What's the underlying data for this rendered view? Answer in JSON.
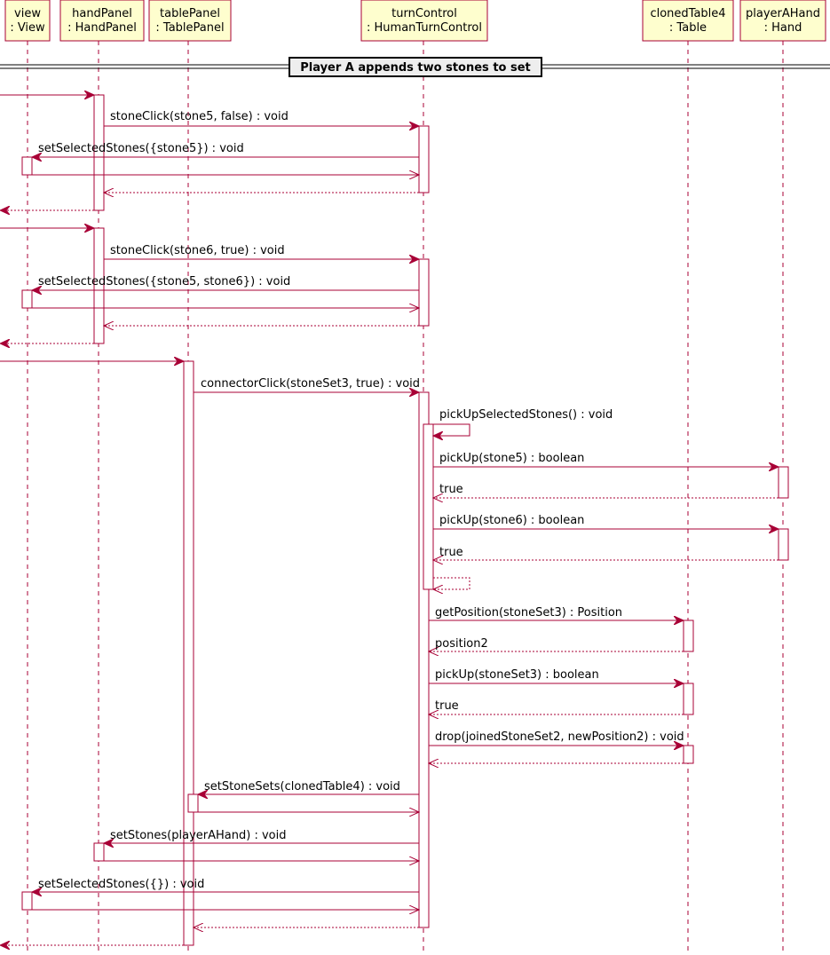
{
  "participants": [
    {
      "id": "view",
      "name": "view",
      "type": ": View"
    },
    {
      "id": "handPanel",
      "name": "handPanel",
      "type": ": HandPanel"
    },
    {
      "id": "tablePanel",
      "name": "tablePanel",
      "type": ": TablePanel"
    },
    {
      "id": "turnControl",
      "name": "turnControl",
      "type": ": HumanTurnControl"
    },
    {
      "id": "clonedTable4",
      "name": "clonedTable4",
      "type": ": Table"
    },
    {
      "id": "playerAHand",
      "name": "playerAHand",
      "type": ": Hand"
    }
  ],
  "divider": {
    "label": "Player A appends two stones to set"
  },
  "messages": [
    {
      "from": "outside",
      "to": "handPanel",
      "label": "",
      "kind": "call"
    },
    {
      "from": "handPanel",
      "to": "turnControl",
      "label": "stoneClick(stone5, false) : void",
      "kind": "call"
    },
    {
      "from": "turnControl",
      "to": "view",
      "label": "setSelectedStones({stone5}) : void",
      "kind": "call"
    },
    {
      "from": "view",
      "to": "turnControl",
      "label": "",
      "kind": "open"
    },
    {
      "from": "turnControl",
      "to": "handPanel",
      "label": "",
      "kind": "return"
    },
    {
      "from": "handPanel",
      "to": "outside",
      "label": "",
      "kind": "return-solid"
    },
    {
      "from": "outside",
      "to": "handPanel",
      "label": "",
      "kind": "call"
    },
    {
      "from": "handPanel",
      "to": "turnControl",
      "label": "stoneClick(stone6, true) : void",
      "kind": "call"
    },
    {
      "from": "turnControl",
      "to": "view",
      "label": "setSelectedStones({stone5, stone6}) : void",
      "kind": "call"
    },
    {
      "from": "view",
      "to": "turnControl",
      "label": "",
      "kind": "open"
    },
    {
      "from": "turnControl",
      "to": "handPanel",
      "label": "",
      "kind": "return"
    },
    {
      "from": "handPanel",
      "to": "outside",
      "label": "",
      "kind": "return-solid"
    },
    {
      "from": "outside",
      "to": "tablePanel",
      "label": "",
      "kind": "call"
    },
    {
      "from": "tablePanel",
      "to": "turnControl",
      "label": "connectorClick(stoneSet3, true) : void",
      "kind": "call"
    },
    {
      "from": "turnControl",
      "to": "turnControl",
      "label": "pickUpSelectedStones() : void",
      "kind": "self"
    },
    {
      "from": "turnControl",
      "to": "playerAHand",
      "label": "pickUp(stone5) : boolean",
      "kind": "call"
    },
    {
      "from": "playerAHand",
      "to": "turnControl",
      "label": "true",
      "kind": "return"
    },
    {
      "from": "turnControl",
      "to": "playerAHand",
      "label": "pickUp(stone6) : boolean",
      "kind": "call"
    },
    {
      "from": "playerAHand",
      "to": "turnControl",
      "label": "true",
      "kind": "return"
    },
    {
      "from": "turnControl",
      "to": "turnControl",
      "label": "",
      "kind": "self-return"
    },
    {
      "from": "turnControl",
      "to": "clonedTable4",
      "label": "getPosition(stoneSet3) : Position",
      "kind": "call"
    },
    {
      "from": "clonedTable4",
      "to": "turnControl",
      "label": "position2",
      "kind": "return"
    },
    {
      "from": "turnControl",
      "to": "clonedTable4",
      "label": "pickUp(stoneSet3) : boolean",
      "kind": "call"
    },
    {
      "from": "clonedTable4",
      "to": "turnControl",
      "label": "true",
      "kind": "return"
    },
    {
      "from": "turnControl",
      "to": "clonedTable4",
      "label": "drop(joinedStoneSet2, newPosition2) : void",
      "kind": "call"
    },
    {
      "from": "clonedTable4",
      "to": "turnControl",
      "label": "",
      "kind": "return"
    },
    {
      "from": "turnControl",
      "to": "tablePanel",
      "label": "setStoneSets(clonedTable4) : void",
      "kind": "call"
    },
    {
      "from": "tablePanel",
      "to": "turnControl",
      "label": "",
      "kind": "open"
    },
    {
      "from": "turnControl",
      "to": "handPanel",
      "label": "setStones(playerAHand) : void",
      "kind": "call"
    },
    {
      "from": "handPanel",
      "to": "turnControl",
      "label": "",
      "kind": "open"
    },
    {
      "from": "turnControl",
      "to": "view",
      "label": "setSelectedStones({}) : void",
      "kind": "call"
    },
    {
      "from": "view",
      "to": "turnControl",
      "label": "",
      "kind": "open"
    },
    {
      "from": "turnControl",
      "to": "tablePanel",
      "label": "",
      "kind": "return"
    },
    {
      "from": "tablePanel",
      "to": "outside",
      "label": "",
      "kind": "return"
    }
  ],
  "colors": {
    "line": "#A80036",
    "participant_fill": "#FEFECE",
    "divider_fill": "#EEEEEE"
  }
}
